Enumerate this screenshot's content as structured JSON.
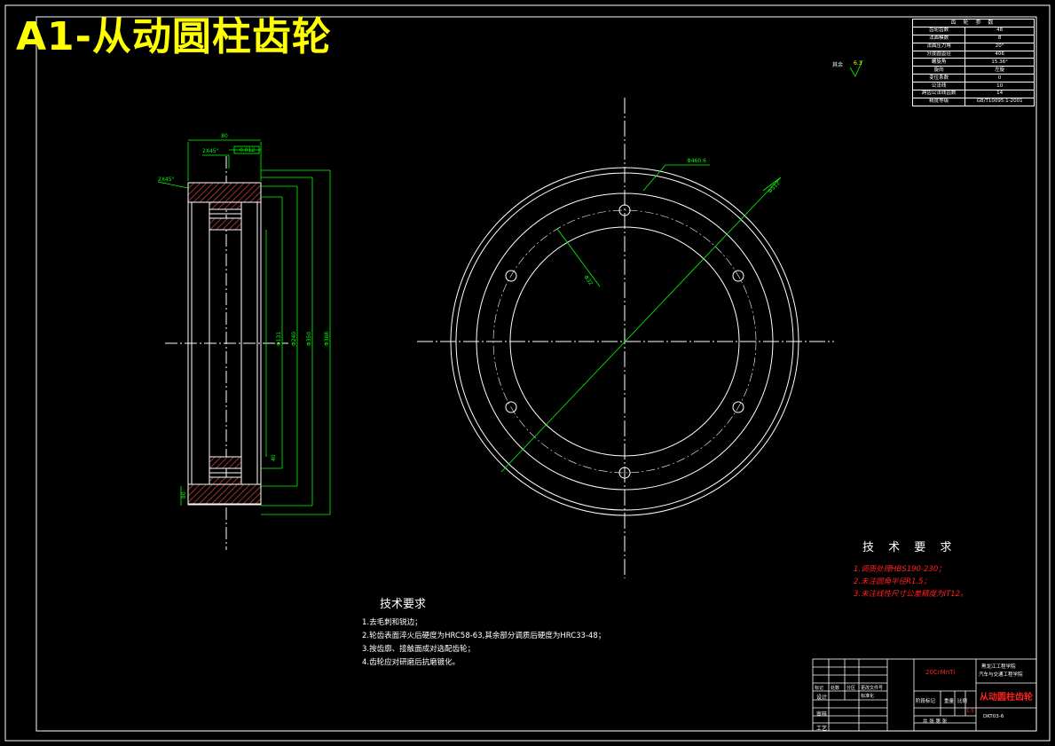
{
  "drawing": {
    "title": "A1-从动圆柱齿轮",
    "surface_note": "其余",
    "surface_ra": "6.3",
    "colors": {
      "background": "#000000",
      "line": "#ffffff",
      "dimension": "#00ff00",
      "title": "#ffff00",
      "section_hatch": "#c04040",
      "note_red": "#ff2020"
    }
  },
  "param_table": {
    "header": "齿 轮 参 数",
    "rows": [
      {
        "label": "齿轮齿数",
        "value": "48"
      },
      {
        "label": "法面模数",
        "value": "8"
      },
      {
        "label": "法面压力角",
        "value": "20°"
      },
      {
        "label": "分度圆直径",
        "value": "406"
      },
      {
        "label": "螺旋角",
        "value": "15.36°"
      },
      {
        "label": "旋向",
        "value": "左旋"
      },
      {
        "label": "变位系数",
        "value": "0"
      },
      {
        "label": "公法线",
        "value": "10"
      },
      {
        "label": "跨齿公法线齿数",
        "value": "14"
      },
      {
        "label": "精度等级",
        "value": "GB/T10095.1-2001"
      }
    ]
  },
  "dimensions": {
    "top_width": "80",
    "chamfer_top": "2X45°",
    "chamfer_side": "2X45°",
    "flatness": "0.012",
    "d_bore": "Φ131",
    "d_inner": "Φ240",
    "d_hub": "Φ350",
    "d_outer": "Φ388",
    "key_width": "40",
    "hole_circle": "Φ460.6",
    "outer_circle": "Φ512",
    "hole_dia": "Φ32",
    "bottom_width": "80"
  },
  "tech_left": {
    "heading": "技术要求",
    "lines": [
      "1.去毛刺和锐边；",
      "2.轮齿表面淬火后硬度为HRC58-63,其余部分调质后硬度为HRC33-48；",
      "3.按齿廓、接触面成对选配齿轮；",
      "4.齿轮应对研磨后抗磨镀化。"
    ]
  },
  "tech_right": {
    "heading": "技 术 要 求",
    "lines": [
      "1.调质处理HBS190-230；",
      "2.未注圆角半径R1.5；",
      "3.未注线性尺寸公差精度为IT12。"
    ]
  },
  "title_block": {
    "material": "20CrMnTi",
    "school_line1": "黑龙江工程学院",
    "school_line2": "汽车与交通工程学院",
    "part_name": "从动圆柱齿轮",
    "stage_label": "阶段标记",
    "weight_label": "重量",
    "scale_label": "比例",
    "scale_value": "1:5",
    "sheet_label": "共 张 第 张",
    "drawing_no": "DKT03-6",
    "design_label": "设计",
    "review_label": "审核",
    "process_label": "工艺",
    "std_label": "标准化",
    "mark_label": "标记",
    "count_label": "处数",
    "zone_label": "分区",
    "change_label": "更改文件号"
  }
}
